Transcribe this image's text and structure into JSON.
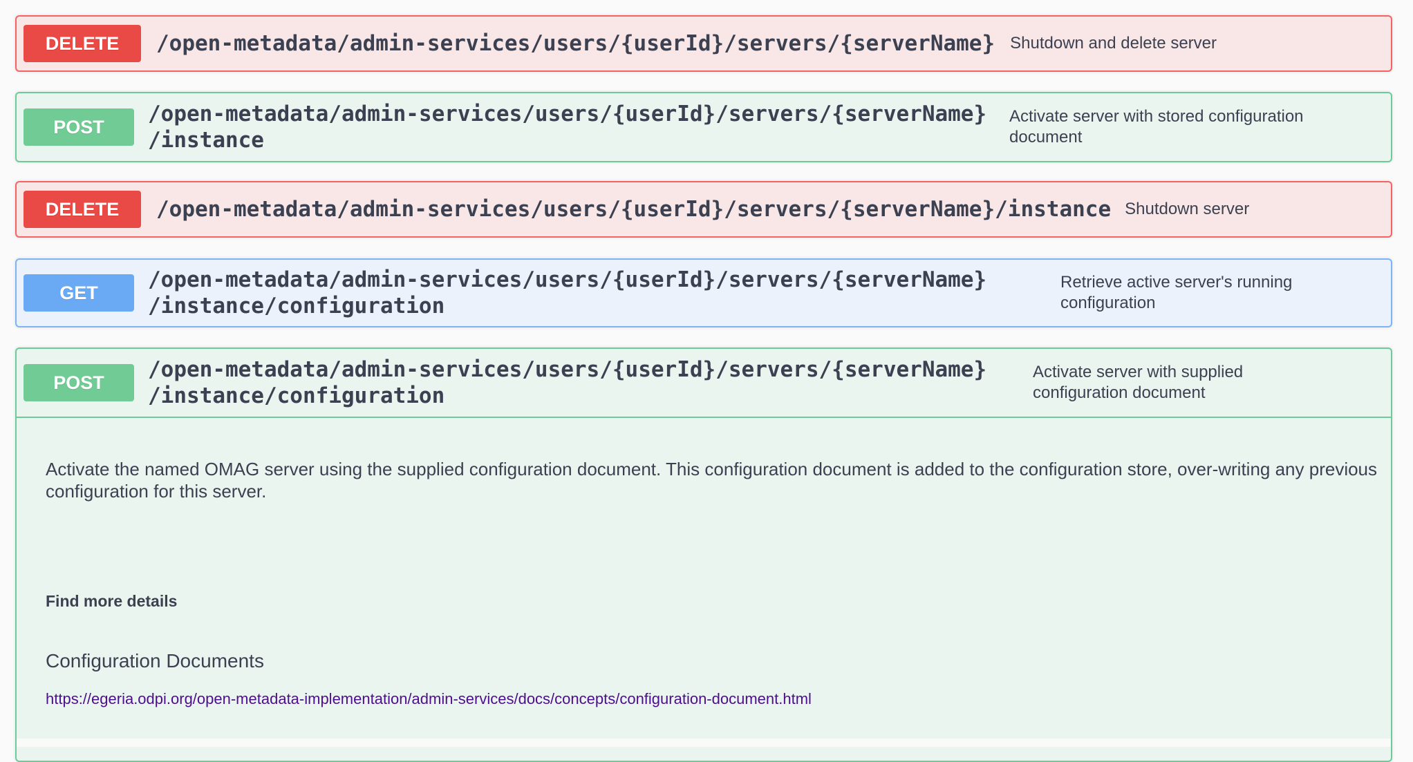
{
  "operations": [
    {
      "method": "DELETE",
      "path": "/open-metadata/admin-services/users/{userId}/servers/{serverName}",
      "description": "Shutdown and delete server"
    },
    {
      "method": "POST",
      "path": "/open-metadata/admin-services/users/{userId}/servers/{serverName}\n/instance",
      "description": "Activate server with stored configuration\ndocument"
    },
    {
      "method": "DELETE",
      "path": "/open-metadata/admin-services/users/{userId}/servers/{serverName}/instance",
      "description": "Shutdown server"
    },
    {
      "method": "GET",
      "path": "/open-metadata/admin-services/users/{userId}/servers/{serverName}\n/instance/configuration",
      "description": "Retrieve active server's running\nconfiguration"
    },
    {
      "method": "POST",
      "path": "/open-metadata/admin-services/users/{userId}/servers/{serverName}\n/instance/configuration",
      "description": "Activate server with supplied\nconfiguration document"
    }
  ],
  "expanded": {
    "description": "Activate the named OMAG server using the supplied configuration document. This configuration document is added to the configuration store, over-writing any previous configuration for this server.",
    "find_more_label": "Find more details",
    "doc_title": "Configuration Documents",
    "doc_link": "https://egeria.odpi.org/open-metadata-implementation/admin-services/docs/concepts/configuration-document.html"
  },
  "colors": {
    "delete": "#e94a45",
    "post": "#71cb95",
    "get": "#6aaaf5",
    "link": "#4d0e8e"
  }
}
